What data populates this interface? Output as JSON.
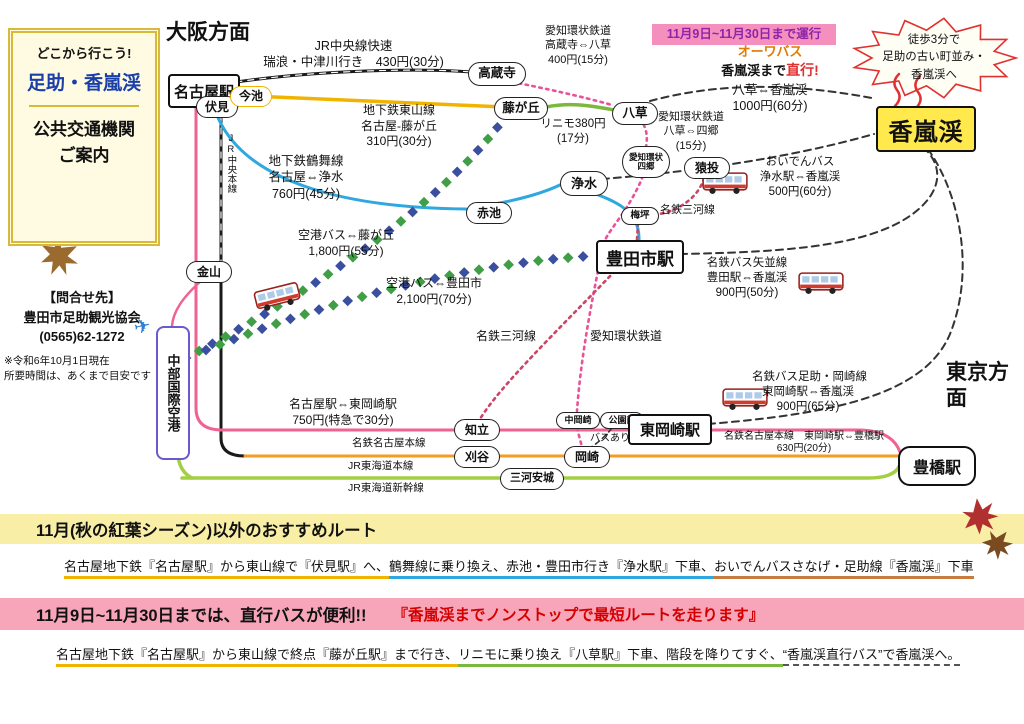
{
  "info_box": {
    "tagline": "どこから行こう!",
    "title": "足助・香嵐渓",
    "subtitle_line1": "公共交通機関",
    "subtitle_line2": "ご案内"
  },
  "contact": {
    "label": "【問合せ先】",
    "org": "豊田市足助観光協会",
    "phone": "(0565)62-1272"
  },
  "note_line1": "※令和6年10月1日現在",
  "note_line2": "所要時間は、あくまで目安です",
  "directions": {
    "osaka": "大阪方面",
    "tokyo": "東京方面"
  },
  "banner": {
    "period": "11月9日~11月30日まで運行"
  },
  "burst": {
    "line1": "徒歩3分で",
    "line2": "足助の古い町並み・",
    "line3": "香嵐渓へ"
  },
  "orwa": {
    "name": "オーワバス",
    "to": "香嵐渓まで",
    "direct": "直行!",
    "route": "八草⇔香嵐渓",
    "fare": "1000円(60分)"
  },
  "icons": {
    "plane": "✈"
  },
  "stations": {
    "nagoya": "名古屋駅",
    "fushimi": "伏見",
    "imaike": "今池",
    "kozoji": "高蔵寺",
    "fujigaoka": "藤が丘",
    "yakusa": "八草",
    "shigo_line1": "愛知環状",
    "shigo_line2": "四郷",
    "sanage": "猿投",
    "josui": "浄水",
    "akaike": "赤池",
    "umetsubo": "梅坪",
    "kanayama": "金山",
    "toyotashi": "豊田市駅",
    "chubu": "中部国際空港",
    "chiryu": "知立",
    "kariya": "刈谷",
    "mikawa_anjo": "三河安城",
    "okazaki": "岡崎",
    "naka_okazaki": "中岡崎",
    "koen_mae": "公園前",
    "higashi_okazaki": "東岡崎駅",
    "toyohashi": "豊橋駅",
    "korankei": "香嵐渓"
  },
  "routes": {
    "jr_chuo_rapid_line1": "JR中央線快速",
    "jr_chuo_rapid_line2": "瑞浪・中津川行き　430円(30分)",
    "higashiyama_line1": "地下鉄東山線",
    "higashiyama_line2": "名古屋-藤が丘",
    "higashiyama_line3": "310円(30分)",
    "linimo_line1": "リニモ380円",
    "linimo_line2": "(17分)",
    "aikan_north_line1": "愛知環状鉄道",
    "aikan_north_line2": "高蔵寺⇔八草",
    "aikan_north_line3": "400円(15分)",
    "aikan_mid_line1": "愛知環状鉄道",
    "aikan_mid_line2": "八草⇔四郷",
    "aikan_mid_line3": "(15分)",
    "tsurumai_line1": "地下鉄鶴舞線",
    "tsurumai_line2": "名古屋⇔浄水",
    "tsurumai_line3": "760円(45分)",
    "oiden_line1": "おいでんバス",
    "oiden_line2": "浄水駅⇔香嵐渓",
    "oiden_line3": "500円(60分)",
    "mikawa_upper": "名鉄三河線",
    "airport_fujigaoka_line1": "空港バス⇔藤が丘",
    "airport_fujigaoka_line2": "1,800円(55分)",
    "airport_toyota_line1": "空港バス⇔豊田市",
    "airport_toyota_line2": "2,100円(70分)",
    "jr_chuo_main": "JR中央本線",
    "yanami_line1": "名鉄バス矢並線",
    "yanami_line2": "豊田駅⇔香嵐渓",
    "yanami_line3": "900円(50分)",
    "mikawa_lower": "名鉄三河線",
    "aikan_lower": "愛知環状鉄道",
    "meitetsu_express_line1": "名古屋駅⇔東岡崎駅",
    "meitetsu_express_line2": "750円(特急で30分)",
    "meitetsu_main": "名鉄名古屋本線",
    "jr_tokaido": "JR東海道本線",
    "jr_shinkansen": "JR東海道新幹線",
    "bus_available": "バスあり",
    "asuke_okazaki_line1": "名鉄バス足助・岡崎線",
    "asuke_okazaki_line2": "東岡崎駅⇔香嵐渓",
    "asuke_okazaki_line3": "900円(65分)",
    "toyohashi_fare_line1": "名鉄名古屋本線　東岡崎駅⇔豊橋駅",
    "toyohashi_fare_line2": "630円(20分)"
  },
  "bottom": {
    "yellow_heading": "11月(秋の紅葉シーズン)以外のおすすめルート",
    "route1": {
      "seg1": "名古屋地下鉄『名古屋駅』から東山線で『伏見駅』へ、",
      "seg2": "鶴舞線に乗り換え、赤池・豊田市行き『浄水駅』下車、",
      "seg3": "おいでんバスさなげ・足助線『香嵐渓』下車"
    },
    "pink_heading": "11月9日~11月30日までは、直行バスが便利!!",
    "pink_sub": "『香嵐渓までノンストップで最短ルートを走ります』",
    "route2": {
      "seg1": "名古屋地下鉄『名古屋駅』から東山線で終点『藤が丘駅』まで行き、",
      "seg2": "リニモに乗り換え『八草駅』下車、階段を降りてすぐ、",
      "seg3": "“香嵐渓直行バス”で香嵐渓へ。"
    }
  },
  "colors": {
    "higashiyama": "#f0b400",
    "tsurumai": "#2fa8e0",
    "linimo": "#7cb83f",
    "aikan": "#e85298",
    "mikawa": "#cc4466",
    "meitetsu": "#f06292",
    "jr_tokaido": "#f59b22",
    "shinkansen": "#a2cf44",
    "jr_line": "#1a1a1a",
    "bus_route": "#333333",
    "airport_bus_navy": "#3a4fa0",
    "airport_bus_green": "#3f9e46",
    "accent_red": "#e03030",
    "banner_pink": "#f590be",
    "banner_text_purple": "#8e24aa",
    "korankei_yellow": "#ffe94d",
    "bar_yellow": "#f8eea6",
    "bar_pink": "#f7a6ba",
    "title_blue": "#1a3fa8",
    "orwa_orange": "#e07c00"
  }
}
